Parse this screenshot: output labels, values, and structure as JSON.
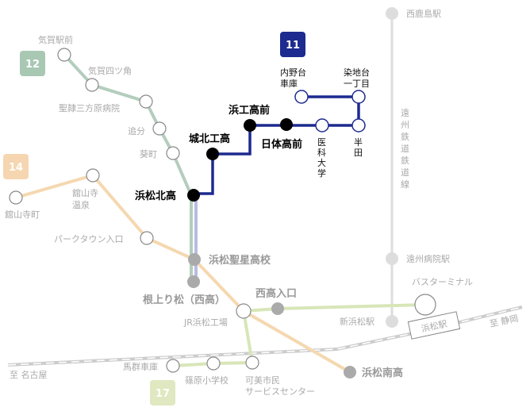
{
  "colors": {
    "route11": "#1d2a8f",
    "route12": "#b4cdbd",
    "route14": "#f5d8b0",
    "route17": "#d8e6b8",
    "rail": "#dddddd"
  },
  "routes": {
    "r11": {
      "number": "11",
      "stops": {
        "uchinodai": "内野台",
        "uchinodai2": "車庫",
        "someji": "染地台",
        "someji2": "一丁目",
        "hamako": "浜工高前",
        "nittai": "日体高前",
        "ika": [
          "医",
          "科",
          "大",
          "学"
        ],
        "handa": [
          "半",
          "田"
        ],
        "johoku": "城北工高",
        "hokko": "浜松北高"
      }
    },
    "r12": {
      "number": "12",
      "stops": {
        "kiga_eki": "気賀駅前",
        "kiga_yotsu": "気賀四ツ角",
        "seirei": "聖隷三方原病院",
        "oiwake": "追分",
        "aoi": "葵町"
      }
    },
    "r14": {
      "number": "14",
      "stops": {
        "kanzanji_machi": "舘山寺町",
        "kanzanji_onsen": "舘山寺",
        "kanzanji_onsen2": "温泉",
        "parktown": "パークタウン入口",
        "seisei": "浜松聖星高校",
        "jr_kojo": "JR浜松工場",
        "minami": "浜松南高"
      }
    },
    "r17": {
      "number": "17",
      "stops": {
        "magome": "馬群車庫",
        "shinohara": "篠原小学校",
        "kami": "可美市民",
        "kami2": "サービスセンター",
        "nishiko_iriguchi": "西高入口",
        "terminal": "バスターミナル",
        "neagari": "根上り松（西高）"
      }
    }
  },
  "railway": {
    "name": [
      "遠",
      "州",
      "鉄",
      "道",
      "鉄",
      "道",
      "線"
    ],
    "nishikajima": "西鹿島駅",
    "enshu_byoin": "遠州病院駅",
    "shin_hamamatsu": "新浜松駅"
  },
  "jr": {
    "hamamatsu": "浜松駅",
    "to_nagoya": "至 名古屋",
    "to_shizuoka": "至 静岡"
  }
}
